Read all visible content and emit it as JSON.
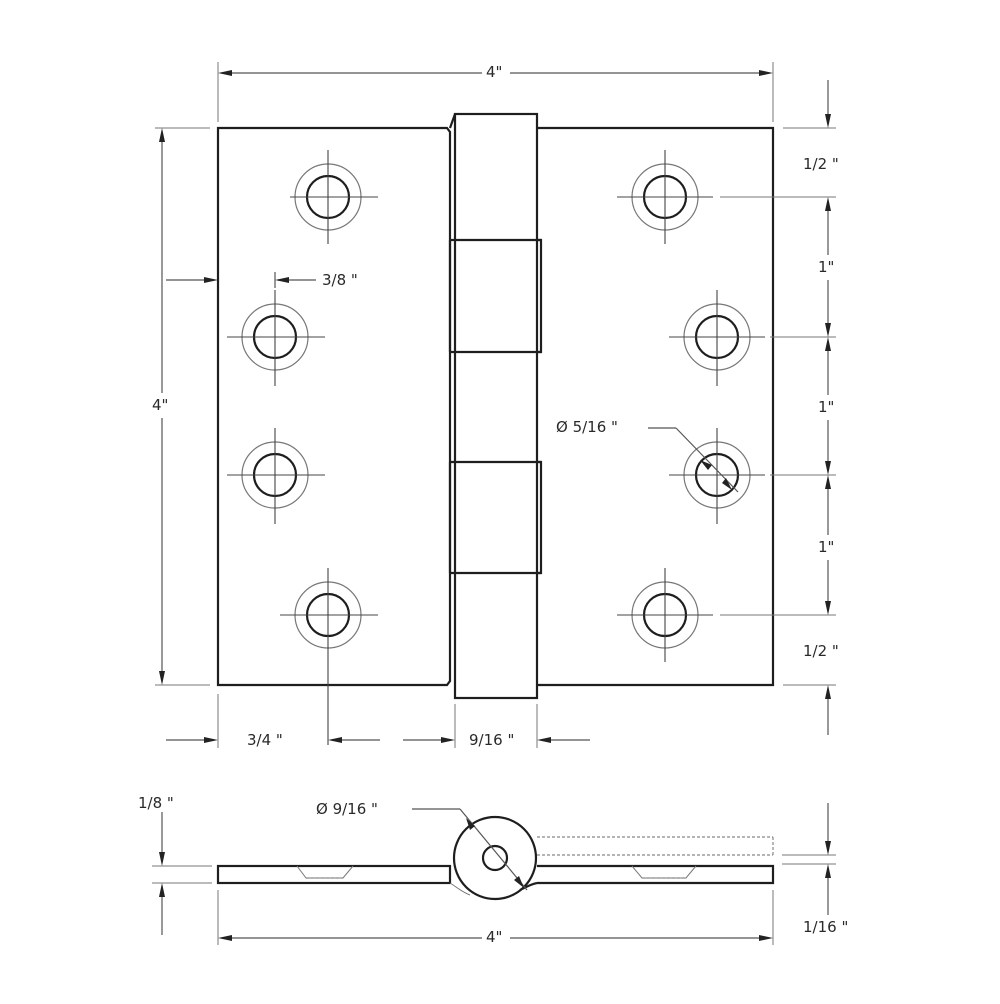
{
  "drawing": {
    "subject": "Butt hinge technical drawing",
    "colors": {
      "line": "#1e1e1e",
      "dimension": "#555555",
      "background": "#ffffff"
    },
    "front_view": {
      "overall_width_label": "4\"",
      "overall_height_label": "4\"",
      "hole_edge_offset_label": "3/8 \"",
      "hole_diameter_label": "Ø 5/16 \"",
      "right_spacing_labels": [
        "1/2 \"",
        "1\"",
        "1\"",
        "1\"",
        "1/2 \""
      ],
      "bottom_offset_label": "3/4 \"",
      "knuckle_width_label": "9/16 \""
    },
    "side_view": {
      "overall_width_label": "4\"",
      "plate_thickness_label": "1/8 \"",
      "knuckle_diameter_label": "Ø 9/16 \"",
      "open_gap_label": "1/16 \""
    }
  }
}
